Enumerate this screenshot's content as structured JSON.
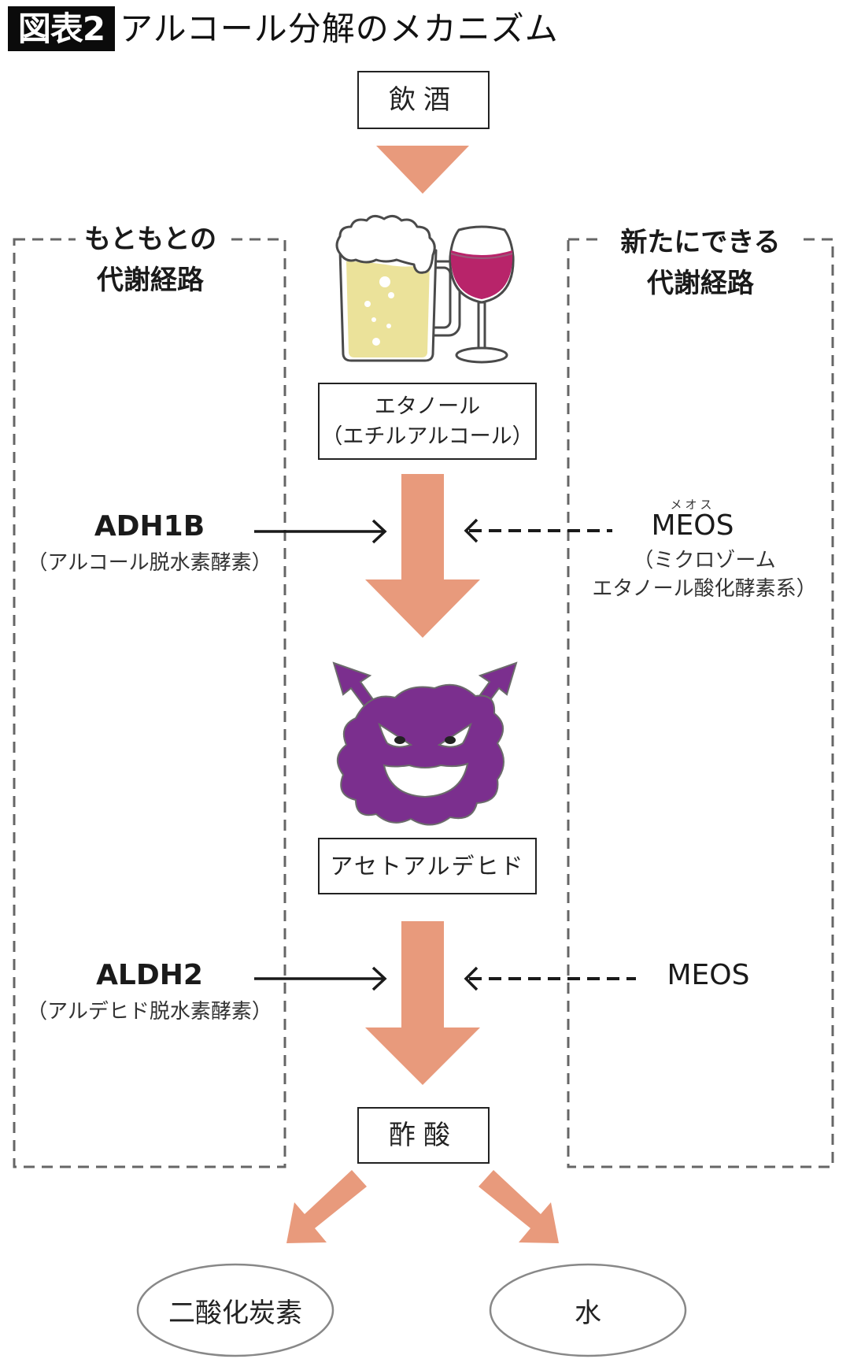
{
  "title": {
    "badge": "図表2",
    "text": "アルコール分解のメカニズム"
  },
  "colors": {
    "arrow_fill": "#E89A7C",
    "dashed_border": "#666666",
    "box_border": "#222222",
    "beer": "#EBE29A",
    "wine": "#B8246A",
    "devil": "#7B2F8E",
    "ellipse_border": "#888888"
  },
  "flow": {
    "drinking": "飲酒",
    "ethanol_line1": "エタノール",
    "ethanol_line2": "（エチルアルコール）",
    "acetaldehyde": "アセトアルデヒド",
    "acetic_acid": "酢酸",
    "products": [
      "二酸化炭素",
      "水"
    ]
  },
  "left_group": {
    "title_line1": "もともとの",
    "title_line2": "代謝経路",
    "enzyme1_name": "ADH1B",
    "enzyme1_desc": "（アルコール脱水素酵素）",
    "enzyme2_name": "ALDH2",
    "enzyme2_desc": "（アルデヒド脱水素酵素）"
  },
  "right_group": {
    "title_line1": "新たにできる",
    "title_line2": "代謝経路",
    "meos_ruby": "メオス",
    "meos1_name": "MEOS",
    "meos1_desc_line1": "（ミクロゾーム",
    "meos1_desc_line2": "エタノール酸化酵素系）",
    "meos2_name": "MEOS"
  },
  "illustrations": {
    "drinks": [
      "beer-mug-icon",
      "wine-glass-icon"
    ],
    "toxin": "devil-face-icon"
  }
}
